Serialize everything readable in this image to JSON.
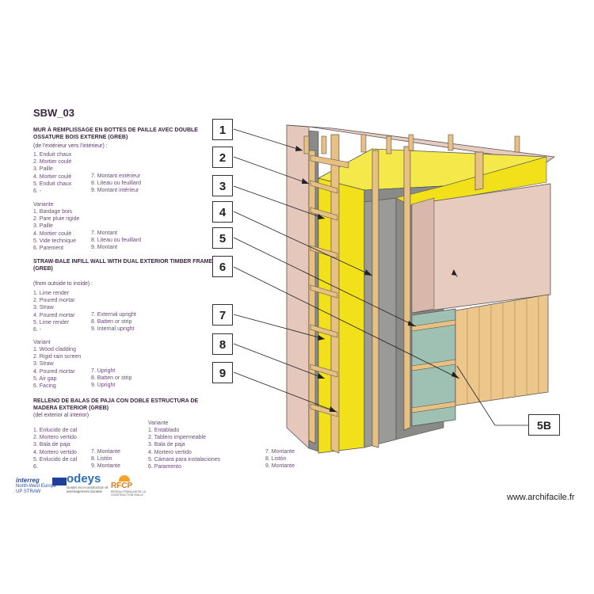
{
  "title": "SBW_03",
  "french": {
    "heading": "MUR À REMPLISSAGE EN BOTTES DE PAILLE AVEC DOUBLE OSSATURE BOIS EXTERNE (GREB)",
    "subheading": "(de l'extérieur vers l'intérieur) :",
    "main_left": [
      "1. Enduit chaux",
      "2. Mortier coulé",
      "3. Paille",
      "4. Mortier coulé",
      "5. Enduit chaux",
      "6. -"
    ],
    "main_right": [
      "7. Montant extérieur",
      "8. Liteau ou feuillard",
      "9. Montant intérieur"
    ],
    "variant_label": "Variante",
    "variant_left": [
      "1. Bardage bois",
      "2. Pare pluie rigide",
      "3. Paille",
      "4. Mortier coulé",
      "5. Vide technique",
      "6. Parement"
    ],
    "variant_right": [
      "7. Montant",
      "8. Liteau ou feuillard",
      "9. Montant"
    ]
  },
  "english": {
    "heading": "STRAW-BALE INFILL WALL WITH DUAL EXTERIOR TIMBER FRAME (GREB)",
    "subheading": "(from outside to inside) :",
    "main_left": [
      "1. Lime render",
      "2. Poured mortar",
      "3. Straw",
      "4. Poured mortar",
      "5. Lime render",
      "6. -"
    ],
    "main_right": [
      "7. External upright",
      "8. Batten or strip",
      "9. Internal upright"
    ],
    "variant_label": "Variant",
    "variant_left": [
      "1. Wood cladding",
      "2. Rigid rain screen",
      "3. Straw",
      "4. Poured mortar",
      "5. Air gap",
      "6. Facing"
    ],
    "variant_right": [
      "7. Upright",
      "8. Batten or strip",
      "9. Upright"
    ]
  },
  "spanish": {
    "heading": "RELLENO DE BALAS DE PAJA CON DOBLE ESTRUCTURA DE MADERA EXTERIOR (GREB)",
    "subheading": "(del exterior al interior)",
    "main_left": [
      "1. Enlucido de cal",
      "2. Mortero vertido",
      "3. Bala de paja",
      "4. Mortero vertido",
      "5. Enlucido de cal",
      "6."
    ],
    "main_right": [
      "7. Montante",
      "8. Listón",
      "9. Montante"
    ],
    "variant_label": "Variante",
    "variant_left": [
      "1. Entablado",
      "2. Tablero impermeable",
      "3. Bala de paja",
      "4. Mortero vertido",
      "5. Cámara para instalaciones",
      "6. Paramento"
    ],
    "variant_right": [
      "7. Montante",
      "8. Listón",
      "9. Montante"
    ]
  },
  "callouts": [
    "1",
    "2",
    "3",
    "4",
    "5",
    "6",
    "7",
    "8",
    "9"
  ],
  "callout_5b": "5B",
  "logos": {
    "interreg": "interreg",
    "interreg_sub": "North-West Europe",
    "interreg_sub2": "UP STRAW",
    "odeys": "odeys",
    "odeys_sub": "cluster eco-construction et aménagement durable",
    "rfcp": "RFCP",
    "rfcp_sub": "RÉSEAU FRANÇAIS DE LA CONSTRUCTION PAILLE"
  },
  "credit": "www.archifacile.fr",
  "colors": {
    "render": "#e8cbbf",
    "mortar": "#8a8a88",
    "straw": "#f2e01a",
    "timber": "#e8c182",
    "cladding": "#ecc68b",
    "rainscreen": "#9fc1b4",
    "text": "#4a2a55"
  }
}
